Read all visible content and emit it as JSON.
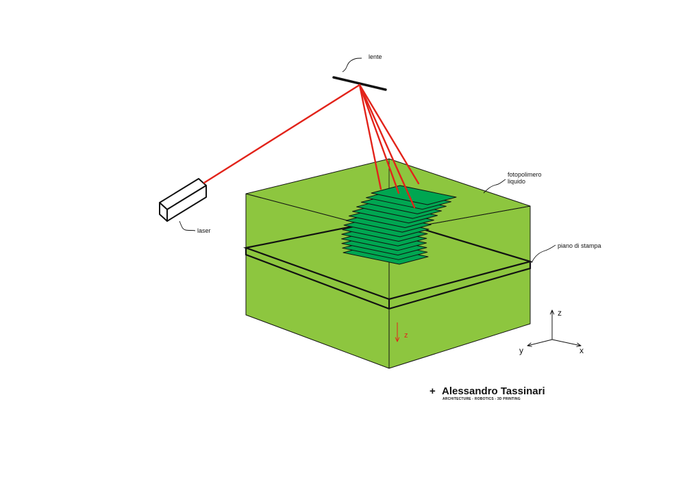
{
  "labels": {
    "lens": "lente",
    "laser": "laser",
    "resin": "fotopolimero",
    "resin_line2": "liquido",
    "build_plate": "piano di stampa",
    "z_motion": "z"
  },
  "axes": {
    "z": "z",
    "y": "y",
    "x": "x"
  },
  "brand": {
    "plus": "+",
    "name": "Alessandro Tassinari",
    "tagline": "ARCHITECTURE - ROBOTICS - 3D PRINTING"
  },
  "colors": {
    "resin": "#8dc63f",
    "layers": "#00a651",
    "beam": "#e2231a",
    "stroke": "#111111"
  },
  "icons": {
    "laser": "laser-emitter-box",
    "lens": "mirror-line",
    "axes": "xyz-axes-icon"
  }
}
